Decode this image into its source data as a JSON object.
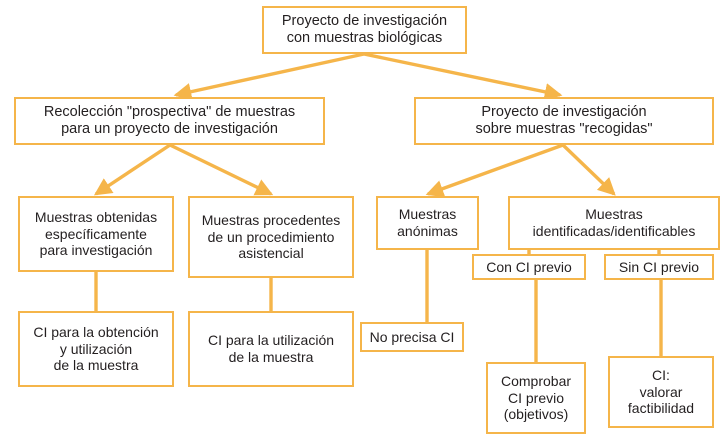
{
  "diagram": {
    "title": "Proyecto de investigación con muestras biológicas",
    "type": "flowchart",
    "colors": {
      "border": "#F5B54A",
      "connector": "#F5B54A",
      "text": "#231F20",
      "background": "#FFFFFF"
    },
    "nodes": {
      "root": "Proyecto de investigación\ncon muestras biológicas",
      "prospectiva": "Recolección \"prospectiva\" de muestras\npara un proyecto de investigación",
      "recogidas": "Proyecto de investigación\nsobre muestras \"recogidas\"",
      "especificamente": "Muestras obtenidas\nespecíficamente\npara investigación",
      "asistencial": "Muestras procedentes\nde un procedimiento\nasistencial",
      "anonimas": "Muestras\nanónimas",
      "identificables": "Muestras\nidentificadas/identificables",
      "con_ci_previo": "Con CI previo",
      "sin_ci_previo": "Sin CI previo",
      "ci_obtencion": "CI para la obtención\ny utilización\nde la muestra",
      "ci_utilizacion": "CI para la utilización\nde la muestra",
      "no_precisa_ci": "No precisa CI",
      "comprobar_ci": "Comprobar\nCI previo\n(objetivos)",
      "ci_factibilidad": "CI:\nvalorar\nfactibilidad"
    }
  }
}
